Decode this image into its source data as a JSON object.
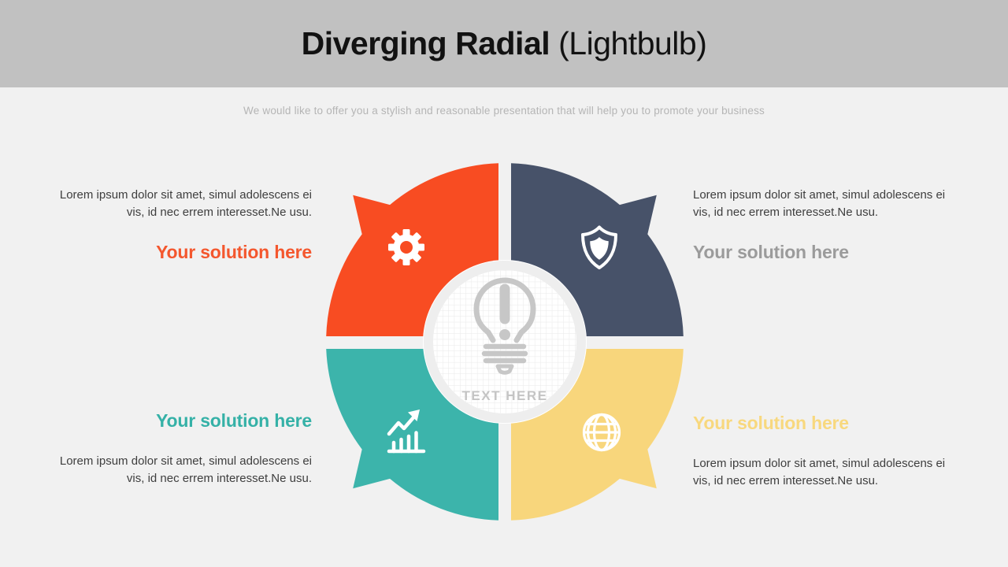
{
  "header": {
    "title_main": "Diverging Radial",
    "title_paren": "(Lightbulb)",
    "subtitle": "We would like to offer you a stylish and reasonable presentation that will help you to promote your business"
  },
  "diagram": {
    "center_label": "TEXT HERE",
    "center_icon": "lightbulb-icon",
    "quadrant_icons": [
      "gear-icon",
      "shield-icon",
      "growth-chart-icon",
      "globe-icon"
    ]
  },
  "colors": {
    "orange": "#f84c22",
    "navy": "#475269",
    "teal": "#3cb4ab",
    "yellow": "#f8d67c",
    "heading_orange": "#f4572e",
    "heading_gray": "#9b9b9b",
    "heading_teal": "#35b1a7",
    "heading_yellow": "#f8d87e",
    "header_band": "#c1c1c1",
    "background": "#f1f1f1"
  },
  "solutions": {
    "top_left": {
      "heading": "Your solution here",
      "body": "Lorem ipsum dolor sit amet, simul adolescens ei vis, id nec errem interesset.Ne usu."
    },
    "top_right": {
      "heading": "Your solution here",
      "body": "Lorem ipsum dolor sit amet, simul adolescens ei vis, id nec errem interesset.Ne usu."
    },
    "bottom_left": {
      "heading": "Your solution here",
      "body": "Lorem ipsum dolor sit amet, simul adolescens ei vis, id nec errem interesset.Ne usu."
    },
    "bottom_right": {
      "heading": "Your solution here",
      "body": "Lorem ipsum dolor sit amet, simul adolescens ei vis, id nec errem interesset.Ne usu."
    }
  }
}
